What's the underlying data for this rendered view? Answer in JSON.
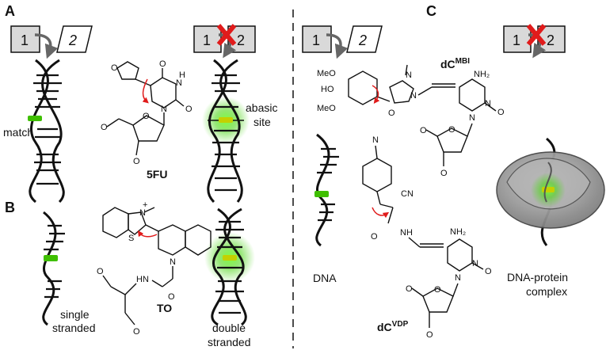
{
  "panels": {
    "a": {
      "letter": "A"
    },
    "b": {
      "letter": "B"
    },
    "c": {
      "letter": "C"
    }
  },
  "boxes": {
    "one": "1",
    "two": "2"
  },
  "labels": {
    "match": "match",
    "abasic": "abasic",
    "site": "site",
    "fu": "5FU",
    "to": "TO",
    "single1": "single",
    "single2": "stranded",
    "double1": "double",
    "double2": "stranded",
    "dna": "DNA",
    "complex1": "DNA-protein",
    "complex2": "complex",
    "mbi_base": "dC",
    "mbi_sup": "MBI",
    "vdp_base": "dC",
    "vdp_sup": "VDP"
  },
  "atoms": {
    "O": "O",
    "N": "N",
    "H": "H",
    "S": "S",
    "NH": "NH",
    "NH2": "NH₂",
    "HN": "HN",
    "MeO": "MeO",
    "HO": "HO",
    "CN": "CN",
    "Nplus": "N⁺",
    "plus": "+"
  },
  "colors": {
    "green": "#3fbf00",
    "red": "#e01b1b",
    "box": "#d9d9d9",
    "protein": "#9a9a9a"
  }
}
